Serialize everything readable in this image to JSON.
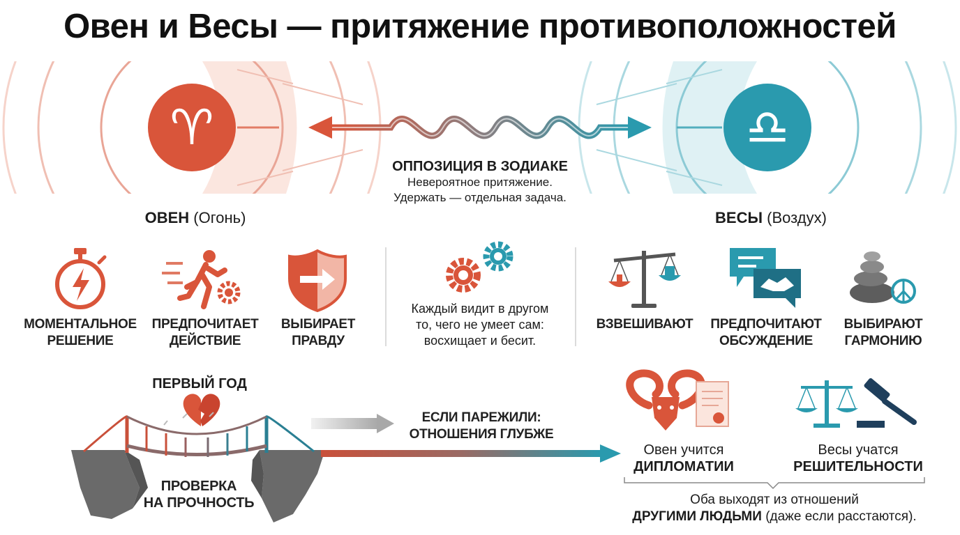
{
  "title": "Овен и Весы — притяжение противоположностей",
  "colors": {
    "aries": "#d9553a",
    "libra": "#2a9aae",
    "dark": "#1c1c1c",
    "gray": "#6a6a6a"
  },
  "opposition": {
    "title": "ОППОЗИЦИЯ В ЗОДИАКЕ",
    "line1": "Невероятное притяжение.",
    "line2": "Удержать — отдельная задача."
  },
  "aries": {
    "symbol": "♈",
    "name": "ОВЕН",
    "element": "(Огонь)",
    "traits": [
      {
        "icon": "stopwatch-icon",
        "line1": "МОМЕНТАЛЬНОЕ",
        "line2": "РЕШЕНИЕ"
      },
      {
        "icon": "running-person-icon",
        "line1": "ПРЕДПОЧИТАЕТ",
        "line2": "ДЕЙСТВИЕ"
      },
      {
        "icon": "shield-arrow-icon",
        "line1": "ВЫБИРАЕТ",
        "line2": "ПРАВДУ"
      }
    ]
  },
  "libra": {
    "symbol": "♎",
    "name": "ВЕСЫ",
    "element": "(Воздух)",
    "traits": [
      {
        "icon": "scales-icon",
        "line1": "ВЗВЕШИВАЮТ",
        "line2": ""
      },
      {
        "icon": "chat-handshake-icon",
        "line1": "ПРЕДПОЧИТАЮТ",
        "line2": "ОБСУЖДЕНИЕ"
      },
      {
        "icon": "stones-peace-icon",
        "line1": "ВЫБИРАЮТ",
        "line2": "ГАРМОНИЮ"
      }
    ]
  },
  "middle": {
    "icon": "gears-icon",
    "line1": "Каждый видит в другом",
    "line2": "то, чего не умеет сам:",
    "line3": "восхищает и бесит."
  },
  "first_year": {
    "title": "ПЕРВЫЙ ГОД",
    "line1": "ПРОВЕРКА",
    "line2": "НА ПРОЧНОСТЬ"
  },
  "survived": {
    "line1": "ЕСЛИ ПАРЕЖИЛИ:",
    "line2": "ОТНОШЕНИЯ ГЛУБЖЕ"
  },
  "learning": {
    "aries_line1": "Овен учится",
    "aries_line2": "ДИПЛОМАТИИ",
    "libra_line1": "Весы учатся",
    "libra_line2": "РЕШИТЕЛЬНОСТИ"
  },
  "conclusion": {
    "line1": "Оба выходят из отношений",
    "line2_bold": "ДРУГИМИ ЛЮДЬМИ",
    "line2_rest": " (даже если расстаются)."
  }
}
